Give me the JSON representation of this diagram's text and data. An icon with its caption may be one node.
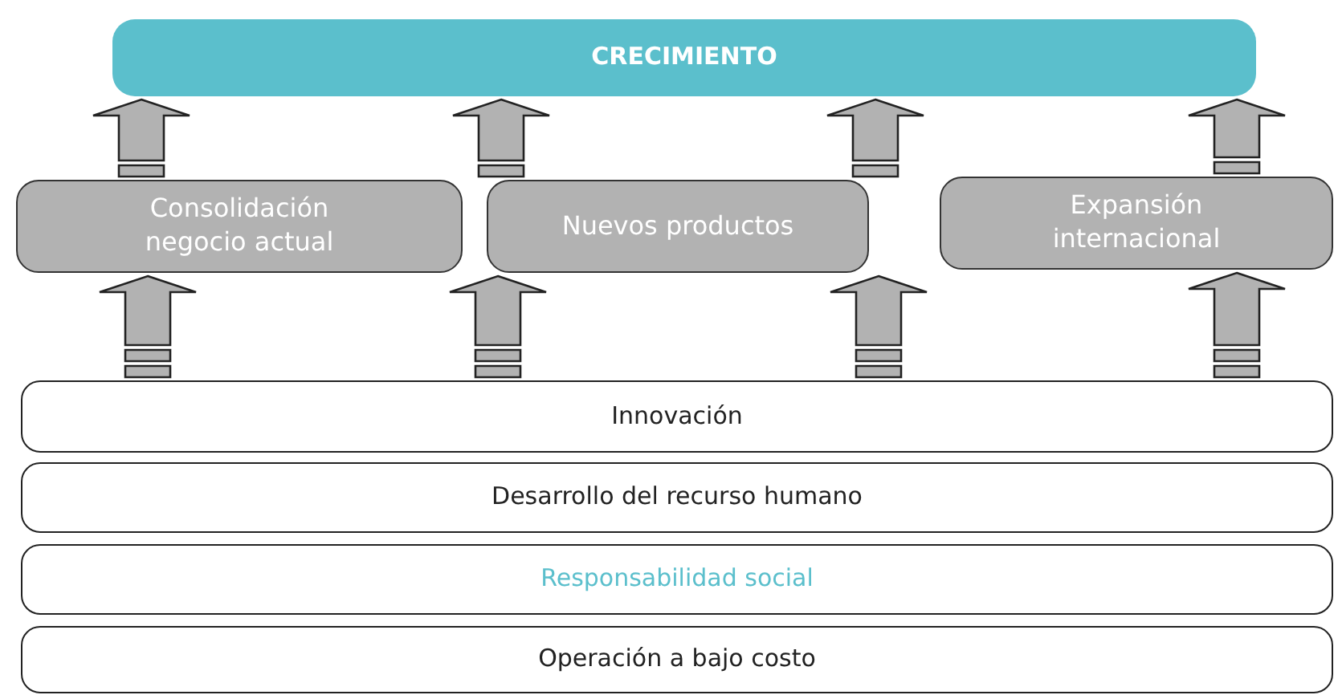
{
  "diagram": {
    "nodes": [
      {
        "text": [
          "CRECIMIENTO"
        ]
      },
      {
        "text": [
          "Consolidación negocio actual"
        ]
      },
      {
        "text": [
          "Nuevos productos"
        ]
      },
      {
        "text": [
          "Expansión internacional"
        ]
      },
      {
        "text": [
          "Innovación"
        ]
      },
      {
        "text": [
          "Desarrollo del recurso humano"
        ]
      },
      {
        "text": [
          "Responsabilidad social"
        ]
      },
      {
        "text": [
          "Operación a bajo costo"
        ]
      }
    ],
    "edges": [
      {
        "from": 1,
        "to": 0,
        "arrow": "to"
      },
      {
        "from": 2,
        "to": 0,
        "arrow": "to"
      },
      {
        "from": 2,
        "to": 0,
        "arrow": "to"
      },
      {
        "from": 3,
        "to": 0,
        "arrow": "to"
      },
      {
        "from": 4,
        "to": 1,
        "arrow": "to"
      },
      {
        "from": 4,
        "to": 2,
        "arrow": "to"
      },
      {
        "from": 4,
        "to": 2,
        "arrow": "to"
      },
      {
        "from": 4,
        "to": 3,
        "arrow": "to"
      }
    ]
  }
}
